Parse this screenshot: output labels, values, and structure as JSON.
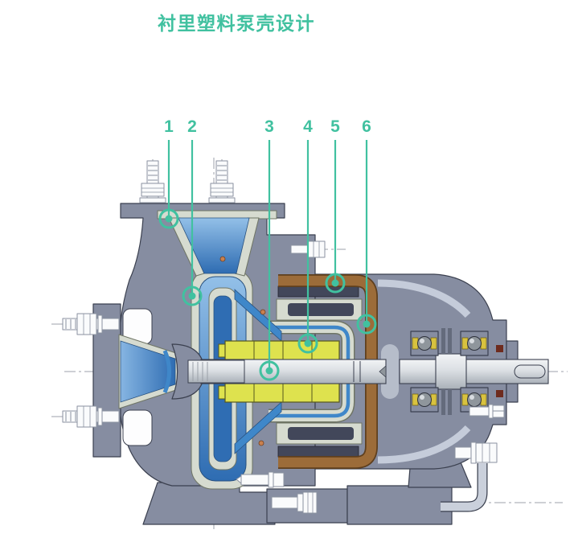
{
  "title": {
    "text": "衬里塑料泵壳设计"
  },
  "diagram": {
    "callouts": [
      {
        "label": "1"
      },
      {
        "label": "2"
      },
      {
        "label": "3"
      },
      {
        "label": "4"
      },
      {
        "label": "5"
      },
      {
        "label": "6"
      }
    ]
  },
  "colors": {
    "accent": "#41C1A0",
    "casing": "#868DA1",
    "outline": "#3B404F",
    "lining": "#D6DBD0",
    "liningOutline": "#6F7565",
    "blue": "#3F87C9",
    "blueDark": "#2F6DB3",
    "blueEdge": "#28517F",
    "magnetYellow": "#DEE24E",
    "magnetYellowDark": "#56581F",
    "shellBrown": "#9C6C39",
    "shellBrownDark": "#5E3F1E",
    "magnetDark": "#42475A",
    "cageYellow": "#D8C23F",
    "sealRed": "#6E2B1E",
    "centerline": "#9CA1AB",
    "boltFill": "#FAFBFC",
    "boltOutline": "#8B92A0",
    "highlight": "#C5CCDA",
    "bracketFill": "#CAD0DB",
    "oring": "#C8804F",
    "white": "#FFFFFF"
  }
}
